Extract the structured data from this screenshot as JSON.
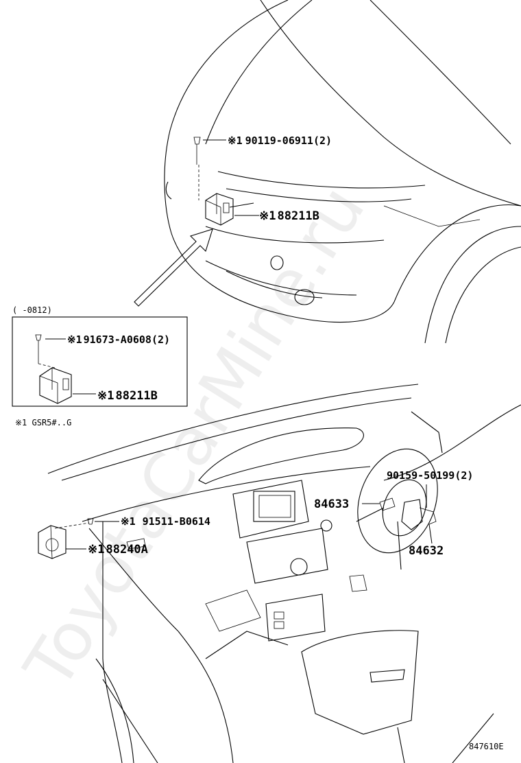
{
  "watermark": "ToyotaCarMine.ru",
  "diagram_code": "847610E",
  "inset_range": "(      -0812)",
  "footnote": "※1 GSR5#..G",
  "callouts": [
    {
      "mark": "※1",
      "part": "90119-06911(2)"
    },
    {
      "mark": "※1",
      "part": "88211B"
    },
    {
      "mark": "※1",
      "part": "91673-A0608(2)"
    },
    {
      "mark": "※1",
      "part": "88211B"
    },
    {
      "mark": "",
      "part": "90159-50199(2)"
    },
    {
      "mark": "",
      "part": "84633"
    },
    {
      "mark": "※1",
      "part": "91511-B0614"
    },
    {
      "mark": "※1",
      "part": "88240A"
    },
    {
      "mark": "",
      "part": "84632"
    }
  ]
}
